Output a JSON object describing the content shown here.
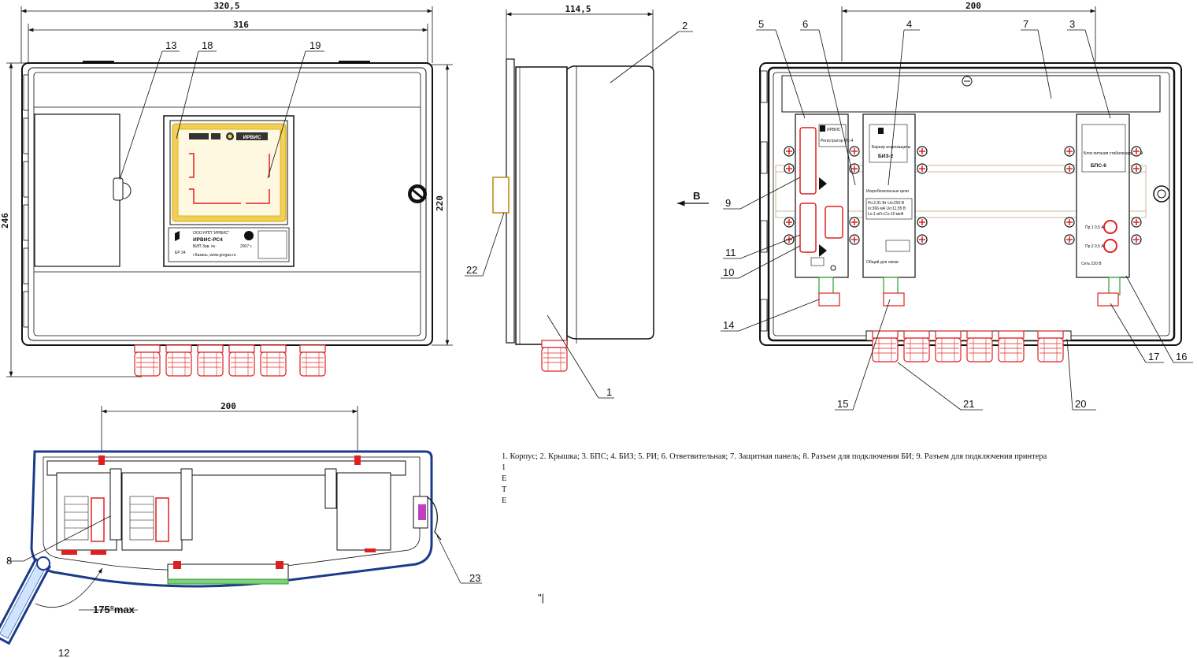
{
  "front_view": {
    "dims": {
      "overall_width": "320,5",
      "inner_width": "316",
      "overall_height": "246",
      "inner_height": "220"
    },
    "callouts": {
      "c13": "13",
      "c18": "18",
      "c19": "19"
    },
    "plate": {
      "company": "ООО НПП \"ИРВИС\"",
      "model": "ИРВИС-РС4",
      "line1": "БИП Зав. №",
      "line2": "ЕР 34",
      "line3": "г.Казань, www.gorgas.ru",
      "year": "2007 г.",
      "brand": "ИРВИС"
    }
  },
  "side_view": {
    "dims": {
      "depth": "114,5"
    },
    "callouts": {
      "c2": "2",
      "c22": "22",
      "c1": "1"
    },
    "arrow_label": "В"
  },
  "open_view": {
    "dims": {
      "rail": "200"
    },
    "callouts": [
      "5",
      "6",
      "4",
      "7",
      "3",
      "9",
      "11",
      "10",
      "14",
      "15",
      "21",
      "20",
      "17",
      "16"
    ],
    "module_ri": {
      "brand": "ИРВИС",
      "title": "Регистратор РС-4"
    },
    "module_biz": {
      "title": "Барьер искрозащиты",
      "model": "БИЗ-2",
      "note": "Искробезопасные цепи",
      "params": "Ро:2,91 Вт Uо:250 В",
      "params2": "Iо:366 мА Uо:11,55 В",
      "params3": "Lо:1 мГн Со:10 мкФ",
      "footer": "Общий для связи"
    },
    "module_bps": {
      "title": "Блок питания стабилизирующий",
      "model": "БПС-6",
      "pr1": "Пр.1 0,5 А",
      "pr2": "Пр.2 0,5 А",
      "footer": "Сеть 220 В"
    }
  },
  "top_view": {
    "dims": {
      "rail": "200",
      "angle": "175°max"
    },
    "callouts": {
      "c8": "8",
      "c23": "23",
      "c12": "12"
    }
  },
  "legend": {
    "line1": "1. Корпус; 2. Крышка; 3. БПС; 4. БИЗ; 5. РИ; 6. Ответвительная; 7. Защитная панель; 8. Разъем для подключения БИ; 9. Разъем для подключения принтера",
    "line2": "1",
    "line3": "E",
    "line4": "T",
    "line5": "E"
  },
  "stray_mark": "\"|"
}
